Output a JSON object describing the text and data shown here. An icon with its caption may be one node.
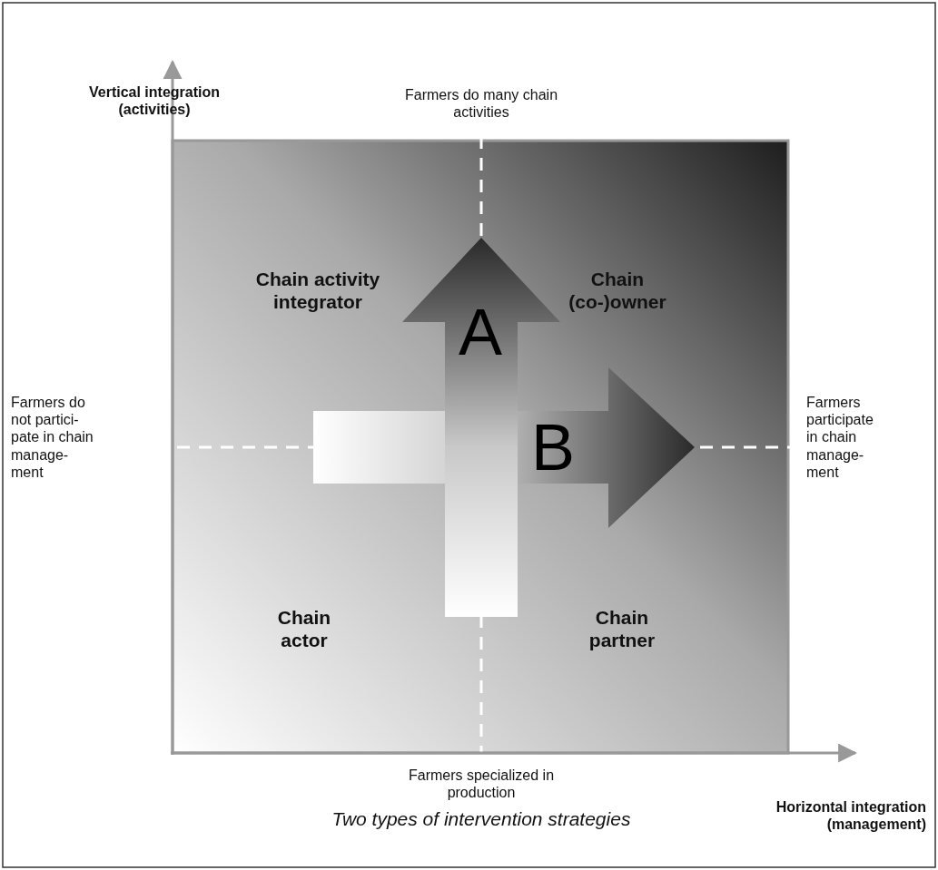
{
  "diagram": {
    "caption": "Two types of intervention strategies",
    "nodes": [
      {
        "text": [
          "A"
        ]
      },
      {
        "text": [
          "B"
        ]
      }
    ],
    "labels": [
      "Vertical integration (activities)",
      "Farmers do many chain activities",
      "Chain activity integrator",
      "Chain (co-)owner",
      "Farmers do not partici- pate in chain manage- ment",
      "Farmers participate in chain manage- ment",
      "Chain actor",
      "Chain partner",
      "Farmers specialized in production",
      "Horizontal integration (management)"
    ]
  }
}
